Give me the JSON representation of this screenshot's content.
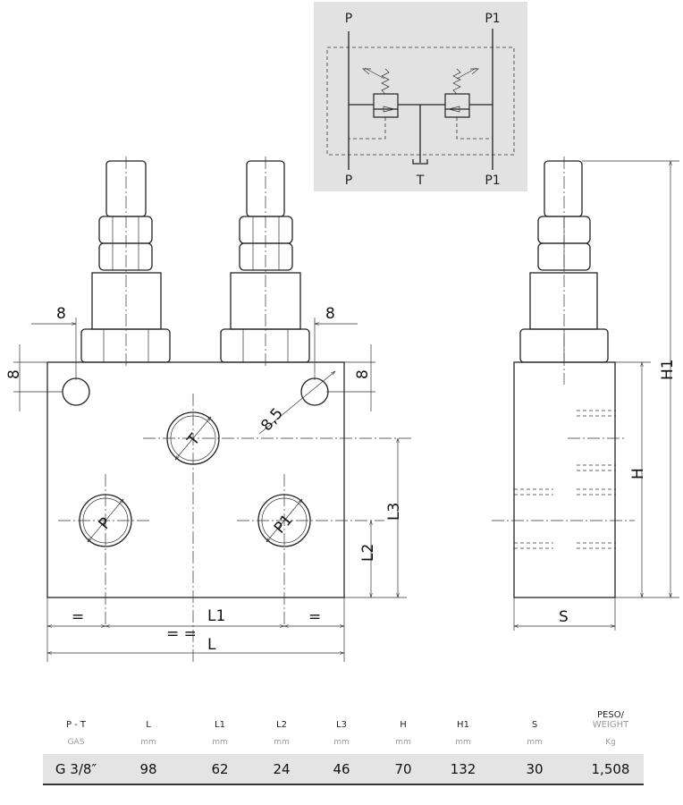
{
  "schematic": {
    "ports": {
      "p_top": "P",
      "p1_top": "P1",
      "p_bottom": "P",
      "t_bottom": "T",
      "p1_bottom": "P1"
    }
  },
  "drawing": {
    "dims": {
      "edge_left": "8",
      "edge_right": "8",
      "edge_top_left": "8",
      "edge_top_right": "8",
      "hole_dia": "8,5",
      "eq_left": "=",
      "eq_right": "=",
      "eq_center": "= =",
      "L1": "L1",
      "L": "L",
      "L2": "L2",
      "L3": "L3",
      "H": "H",
      "H1": "H1",
      "S": "S"
    },
    "port_labels": {
      "T": "T",
      "P": "P",
      "P1": "P1"
    }
  },
  "table": {
    "headers": [
      "P - T",
      "L",
      "L1",
      "L2",
      "L3",
      "H",
      "H1",
      "S",
      "PESO/"
    ],
    "header_weight_sub": "WEIGHT",
    "units": [
      "GAS",
      "mm",
      "mm",
      "mm",
      "mm",
      "mm",
      "mm",
      "mm",
      "Kg"
    ],
    "values": [
      "G 3/8″",
      "98",
      "62",
      "24",
      "46",
      "70",
      "132",
      "30",
      "1,508"
    ]
  }
}
